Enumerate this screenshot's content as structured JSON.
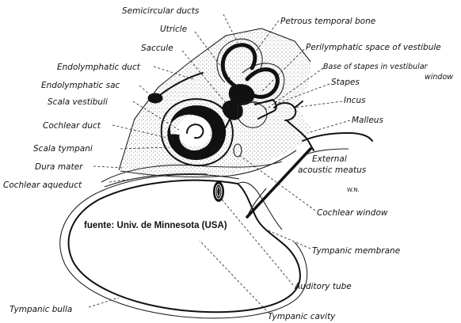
{
  "credit": "fuente: Univ. de Minnesota (USA)",
  "signature": "W.N.",
  "labels": {
    "semicircular_ducts": "Semicircular ducts",
    "utricle": "Utricle",
    "saccule": "Saccule",
    "endolymphatic_duct": "Endolymphatic duct",
    "endolymphatic_sac": "Endolymphatic sac",
    "scala_vestibuli": "Scala vestibuli",
    "cochlear_duct": "Cochlear duct",
    "scala_tympani": "Scala tympani",
    "dura_mater": "Dura mater",
    "cochlear_aqueduct": "Cochlear aqueduct",
    "tympanic_bulla": "Tympanic bulla",
    "petrous_temporal_bone": "Petrous temporal bone",
    "perilymphatic_space": "Perilymphatic space of vestibule",
    "base_of_stapes": "Base of stapes in vestibular",
    "window": "window",
    "stapes": "Stapes",
    "incus": "Incus",
    "malleus": "Malleus",
    "external": "External",
    "acoustic_meatus": "acoustic meatus",
    "cochlear_window": "Cochlear window",
    "tympanic_membrane": "Tympanic membrane",
    "auditory_tube": "Auditory tube",
    "tympanic_cavity": "Tympanic cavity"
  }
}
